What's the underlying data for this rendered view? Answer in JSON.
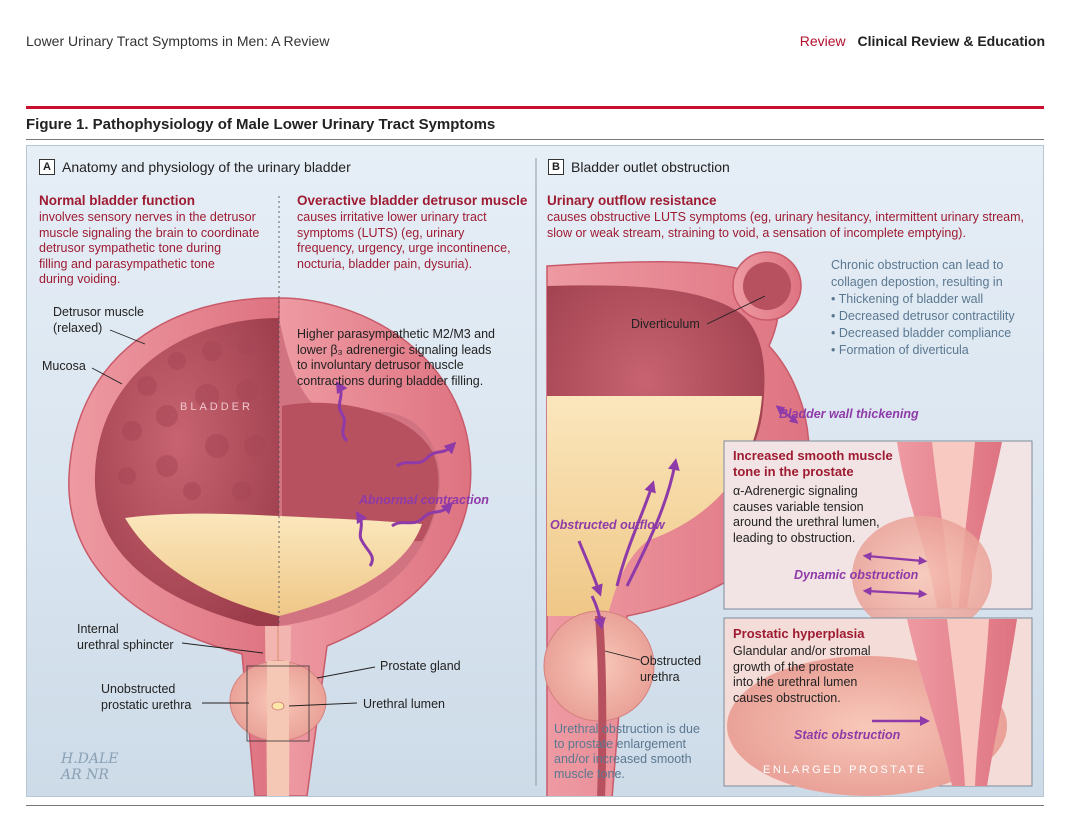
{
  "header": {
    "running_title": "Lower Urinary Tract Symptoms in Men: A Review",
    "review": "Review",
    "section": "Clinical Review & Education"
  },
  "figure": {
    "title": "Figure 1. Pathophysiology of Male Lower Urinary Tract Symptoms",
    "panel_a": {
      "letter": "A",
      "title": "Anatomy and physiology of the urinary bladder",
      "normal": {
        "heading": "Normal bladder function",
        "lines": [
          "involves sensory nerves in the detrusor",
          "muscle signaling the brain to coordinate",
          "detrusor sympathetic tone during",
          "filling and parasympathetic tone",
          "during voiding."
        ]
      },
      "overactive": {
        "heading": "Overactive bladder detrusor muscle",
        "lines": [
          "causes irritative lower urinary tract",
          "symptoms (LUTS) (eg, urinary",
          "frequency, urgency, urge incontinence,",
          "nocturia, bladder pain, dysuria)."
        ]
      },
      "signaling": [
        "Higher parasympathetic M2/M3 and",
        "lower β₃ adrenergic signaling leads",
        "to involuntary detrusor muscle",
        "contractions during bladder filling."
      ],
      "labels": {
        "detrusor": [
          "Detrusor muscle",
          "(relaxed)"
        ],
        "mucosa": "Mucosa",
        "bladder": "BLADDER",
        "abnormal": "Abnormal contraction",
        "sphincter": [
          "Internal",
          "urethral sphincter"
        ],
        "prostate": "Prostate gland",
        "unobstructed": [
          "Unobstructed",
          "prostatic urethra"
        ],
        "lumen": "Urethral lumen"
      },
      "signature": [
        "H.DALE",
        "AR NR"
      ]
    },
    "panel_b": {
      "letter": "B",
      "title": "Bladder outlet obstruction",
      "heading": "Urinary outflow resistance",
      "lines": [
        "causes obstructive LUTS symptoms (eg, urinary hesitancy, intermittent urinary stream,",
        "slow or weak stream, straining to void, a sensation of incomplete emptying)."
      ],
      "chronic": {
        "intro": [
          "Chronic obstruction can lead to",
          "collagen depostion, resulting in"
        ],
        "bullets": [
          "• Thickening of bladder wall",
          "• Decreased detrusor contractility",
          "• Decreased bladder compliance",
          "• Formation of diverticula"
        ]
      },
      "labels": {
        "diverticulum": "Diverticulum",
        "wall": "Bladder wall thickening",
        "outflow": "Obstructed outflow",
        "urethra": [
          "Obstructed",
          "urethra"
        ]
      },
      "note": [
        "Urethral obstruction is due",
        "to prostate enlargement",
        "and/or increased smooth",
        "muscle tone."
      ],
      "box1": {
        "heading": [
          "Increased smooth muscle",
          "tone in the prostate"
        ],
        "lines": [
          "α-Adrenergic signaling",
          "causes variable tension",
          "around the urethral lumen,",
          "leading to obstruction."
        ],
        "label": "Dynamic obstruction"
      },
      "box2": {
        "heading": "Prostatic hyperplasia",
        "lines": [
          "Glandular and/or stromal",
          "growth of the prostate",
          "into the urethral lumen",
          "causes obstruction."
        ],
        "label": "Static obstruction",
        "caption": "ENLARGED PROSTATE"
      }
    }
  },
  "colors": {
    "accent_red": "#c8102e",
    "heading_red": "#9e1b32",
    "purple": "#8e3aa8",
    "note_blue": "#5b7891",
    "tissue_pink": "#e9858f",
    "bladder_inner": "#b8515f",
    "urine": "#f2d39a"
  }
}
